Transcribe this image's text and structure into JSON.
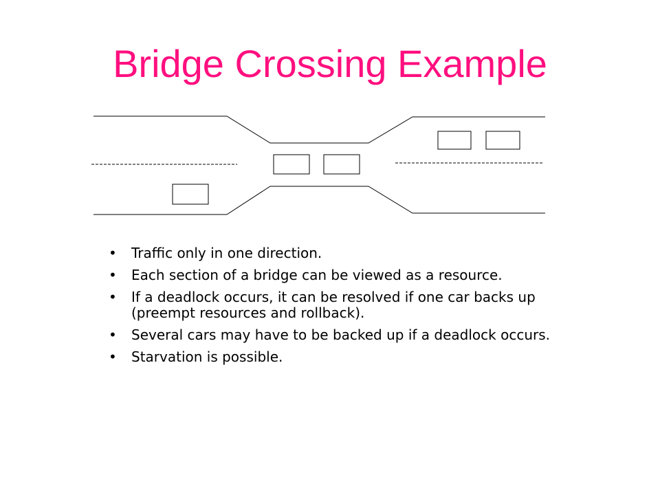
{
  "slide": {
    "title": "Bridge Crossing Example",
    "accent_color": "#ff0f7f"
  },
  "diagram": {
    "description_icon": "car-placeholder-icon",
    "car_glyph": "",
    "cars": [
      {
        "group": "left-lower",
        "glyph": ""
      },
      {
        "group": "bridge",
        "glyph": ""
      },
      {
        "group": "bridge",
        "glyph": ""
      },
      {
        "group": "right-upper",
        "glyph": ""
      },
      {
        "group": "right-upper",
        "glyph": ""
      }
    ]
  },
  "bullets": [
    "Traffic only in one direction.",
    "Each section of a bridge can be viewed as a resource.",
    "If a deadlock occurs, it can be resolved if one car backs up (preempt resources and rollback).",
    "Several cars may have to be backed up if a deadlock occurs.",
    "Starvation is possible."
  ]
}
